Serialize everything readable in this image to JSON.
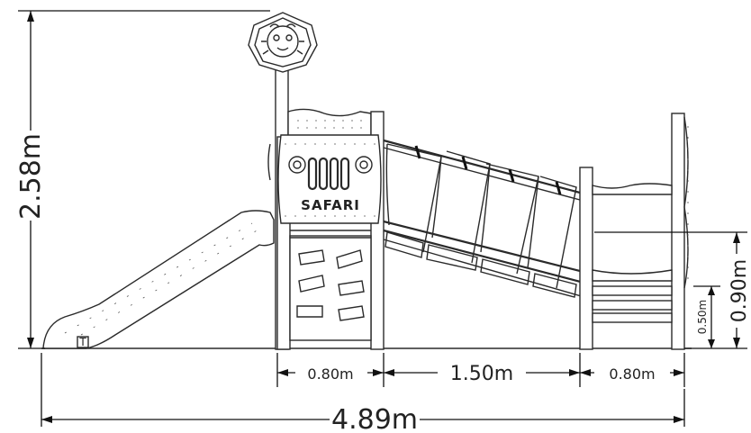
{
  "diagram": {
    "overall_height": "2.58m",
    "platform_height": "0.90m",
    "step_height": "0.50m",
    "width_segments": [
      "0.80m",
      "1.50m",
      "0.80m"
    ],
    "overall_width": "4.89m",
    "panel_text": "SAFARI"
  },
  "colors": {
    "ink": "#2a2a2a",
    "background": "#ffffff"
  }
}
